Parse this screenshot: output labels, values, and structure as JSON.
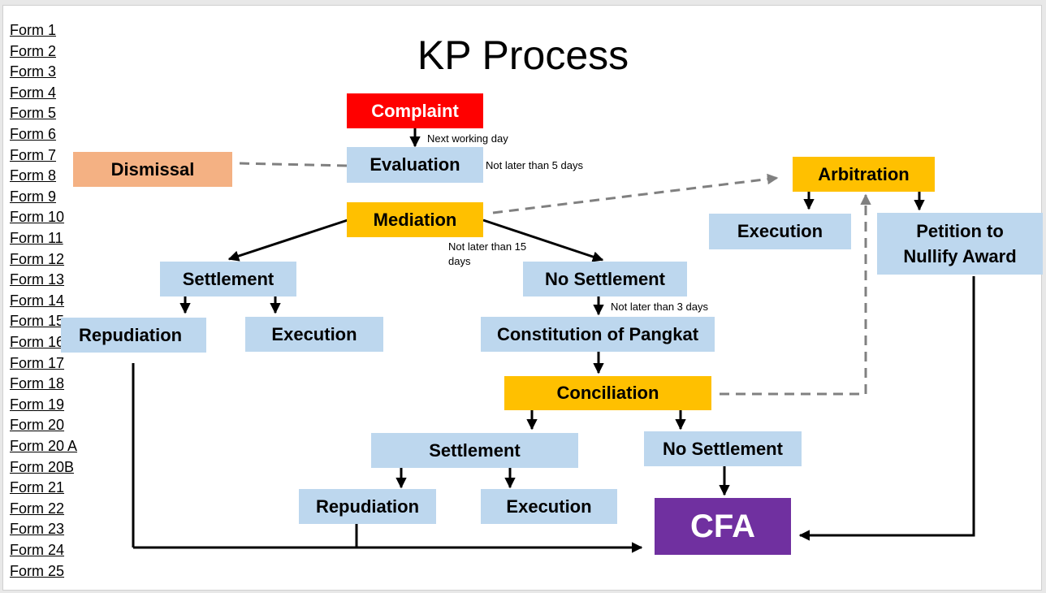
{
  "title": "KP Process",
  "form_links": [
    "Form 1",
    "Form 2",
    "Form 3",
    "Form 4",
    "Form 5",
    "Form 6",
    "Form 7",
    "Form 8",
    "Form 9",
    "Form 10",
    "Form 11",
    "Form 12",
    "Form 13",
    "Form 14",
    "Form 15",
    "Form 16",
    "Form 17",
    "Form 18",
    "Form 19",
    "Form 20",
    "Form 20 A",
    "Form 20B",
    "Form 21",
    "Form 22",
    "Form 23",
    "Form 24",
    "Form 25"
  ],
  "nodes": {
    "complaint": "Complaint",
    "evaluation": "Evaluation",
    "dismissal": "Dismissal",
    "mediation": "Mediation",
    "arbitration": "Arbitration",
    "arb_execution": "Execution",
    "petition_line1": "Petition to",
    "petition_line2": "Nullify Award",
    "settlement1": "Settlement",
    "no_settlement1": "No Settlement",
    "repudiation1": "Repudiation",
    "execution1": "Execution",
    "pangkat": "Constitution of Pangkat",
    "conciliation": "Conciliation",
    "settlement2": "Settlement",
    "no_settlement2": "No Settlement",
    "repudiation2": "Repudiation",
    "execution2": "Execution",
    "cfa": "CFA"
  },
  "notes": {
    "next_working_day": "Next working day",
    "five_days": "Not later than 5 days",
    "fifteen_days_line1": "Not later than 15",
    "fifteen_days_line2": "days",
    "three_days": "Not later than 3 days"
  },
  "colors": {
    "complaint": "#ff0000",
    "blue_box": "#bdd7ee",
    "gold_box": "#ffc000",
    "dismissal": "#f4b183",
    "cfa": "#7030a0",
    "dashed_line": "#808080"
  }
}
